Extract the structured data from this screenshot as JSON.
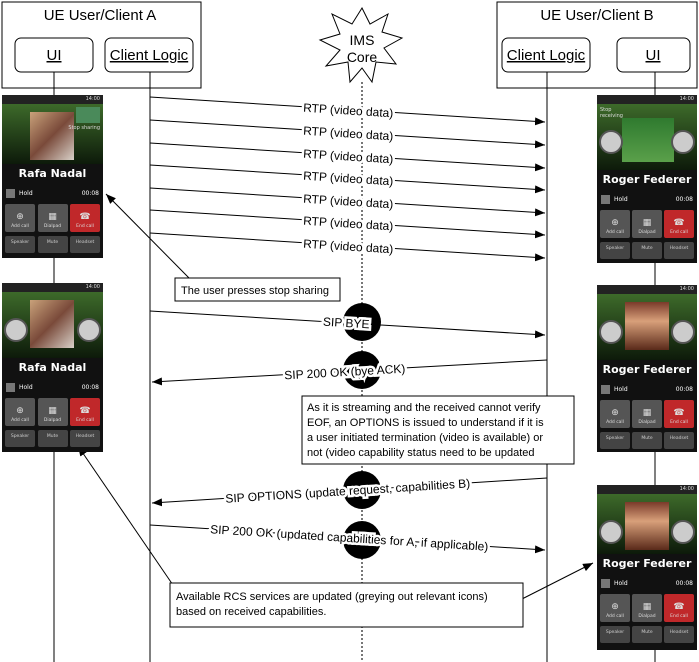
{
  "client_a": {
    "title": "UE User/Client A",
    "ui": "UI",
    "logic": "Client Logic"
  },
  "client_b": {
    "title": "UE User/Client B",
    "ui": "UI",
    "logic": "Client Logic"
  },
  "ims": {
    "label_line1": "IMS",
    "label_line2": "Core"
  },
  "messages": {
    "rtp": [
      "RTP (video data)",
      "RTP (video data)",
      "RTP (video data)",
      "RTP (video data)",
      "RTP (video data)",
      "RTP (video data)",
      "RTP (video data)"
    ],
    "bye": "SIP BYE",
    "ok_bye": "SIP 200 OK (bye ACK)",
    "options": "SIP OPTIONS (update request, capabilities B)",
    "ok_options": "SIP 200 OK (updated capabilities for A, if applicable)"
  },
  "notes": {
    "stop_sharing": "The user presses stop sharing",
    "streaming": [
      "As it is streaming and the received cannot verify",
      "EOF, an OPTIONS is issued to understand if it is",
      "a user initiated termination (video is available) or",
      "not (video capability status need to be updated"
    ],
    "rcs": [
      "Available RCS services are updated (greying out relevant icons)",
      "based on received capabilities."
    ]
  },
  "phones": [
    {
      "id": "a1",
      "name": "Rafa Nadal",
      "clock": "14:00",
      "hold": "Hold",
      "timer": "00:08",
      "overlay": "Stop sharing",
      "variant": "sharing"
    },
    {
      "id": "a2",
      "name": "Rafa Nadal",
      "clock": "14:00",
      "hold": "Hold",
      "timer": "00:08",
      "variant": "idle"
    },
    {
      "id": "b1",
      "name": "Roger Federer",
      "clock": "14:00",
      "hold": "Hold",
      "timer": "00:08",
      "overlay": "Stop receiving",
      "variant": "receiving"
    },
    {
      "id": "b2",
      "name": "Roger Federer",
      "clock": "14:00",
      "hold": "Hold",
      "timer": "00:08",
      "variant": "idle"
    },
    {
      "id": "b3",
      "name": "Roger Federer",
      "clock": "14:00",
      "hold": "Hold",
      "timer": "00:08",
      "variant": "idle"
    }
  ],
  "phone_buttons": {
    "add": "Add call",
    "dialpad": "Dialpad",
    "end": "End call",
    "speaker": "Speaker",
    "mute": "Mute",
    "headset": "Headset"
  },
  "colors": {
    "end_call": "#c0282a",
    "screen": "#111111",
    "line": "#000000"
  }
}
